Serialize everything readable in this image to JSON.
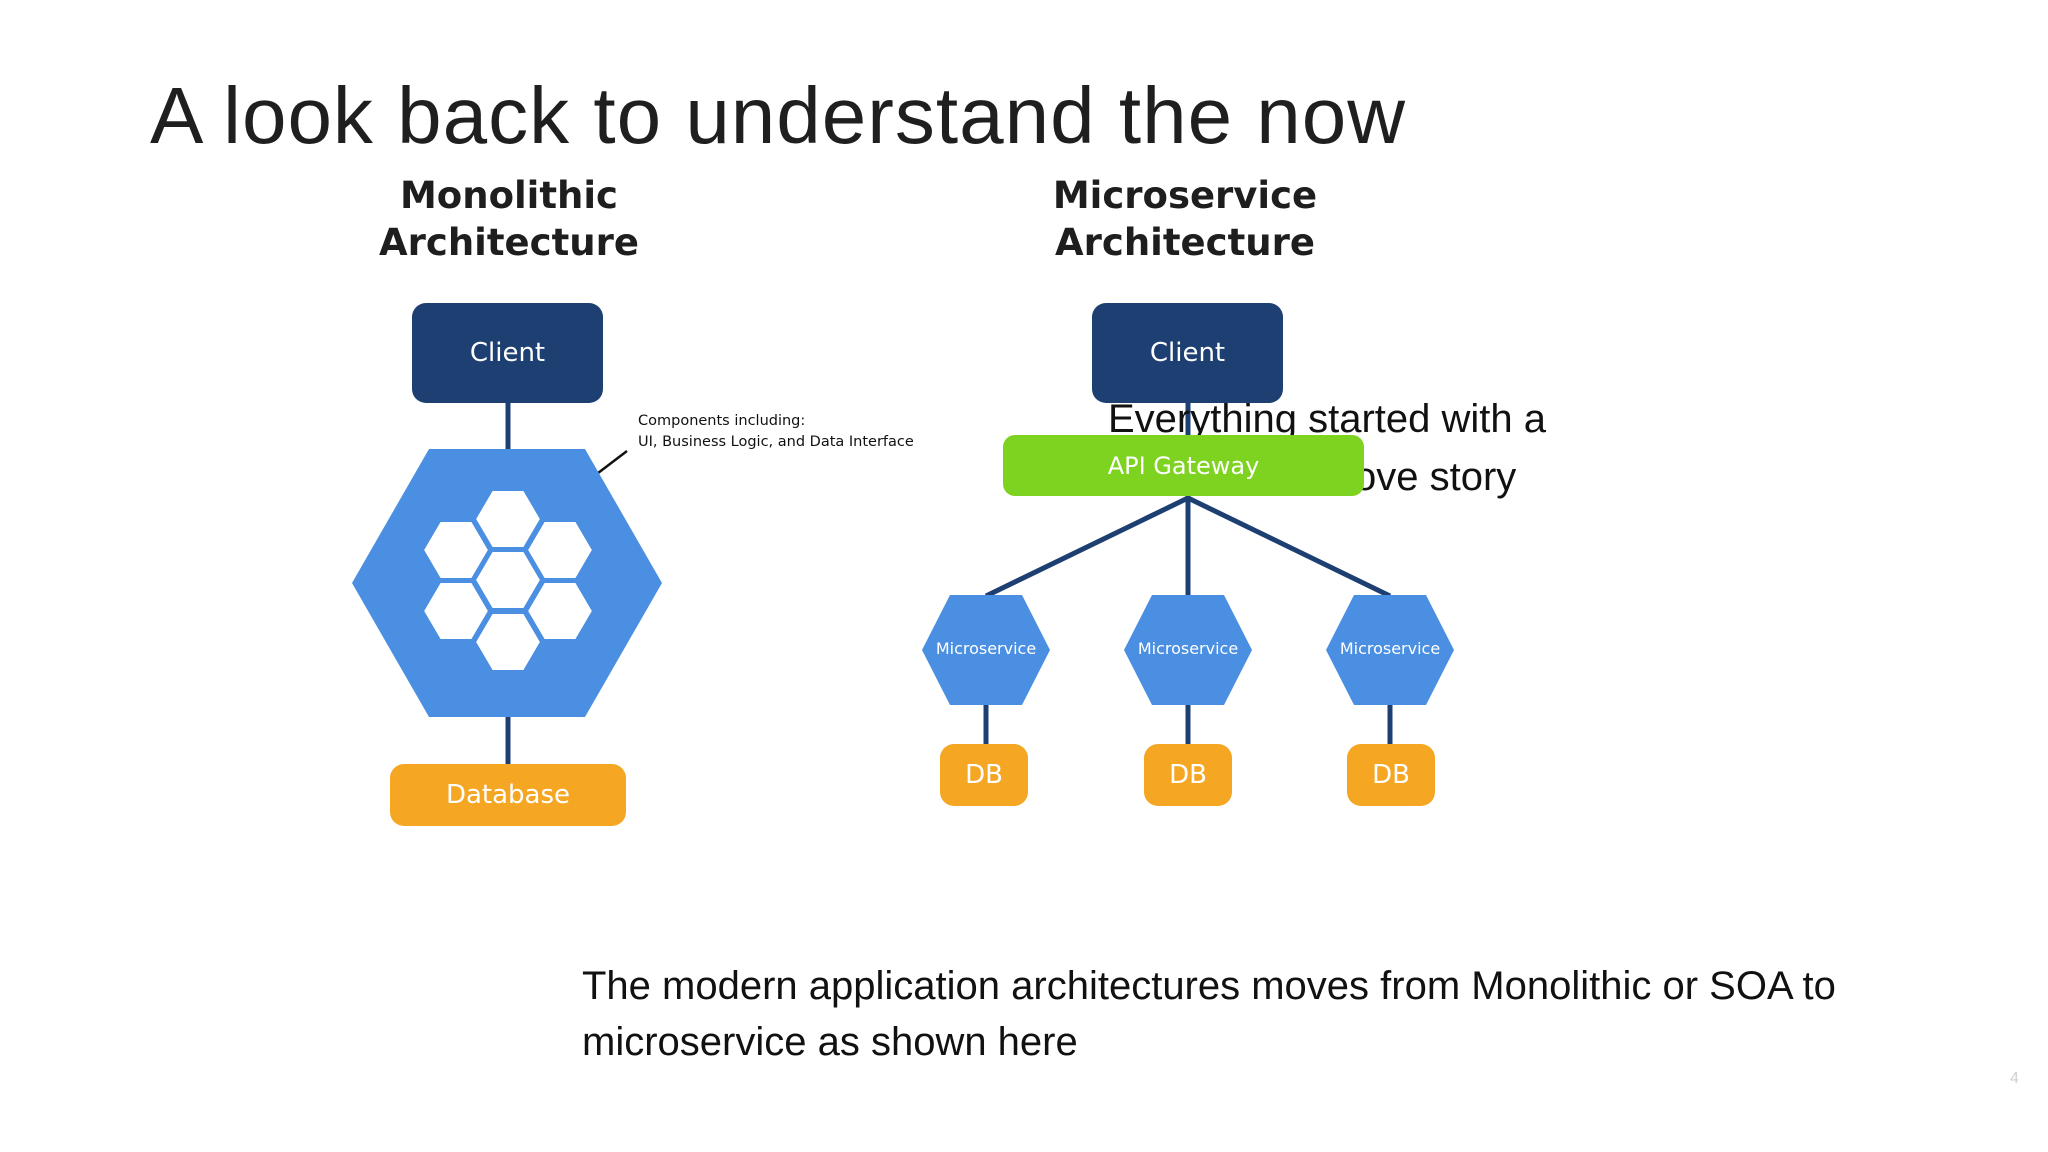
{
  "slide": {
    "title": "A look back to understand the now",
    "page_number": "4"
  },
  "monolithic": {
    "heading_line1": "Monolithic",
    "heading_line2": "Architecture",
    "client_label": "Client",
    "database_label": "Database",
    "annotation_line1": "Components including:",
    "annotation_line2": "UI, Business Logic, and Data Interface"
  },
  "microservice": {
    "heading_line1": "Microservice",
    "heading_line2": "Architecture",
    "client_label": "Client",
    "gateway_label": "API Gateway",
    "services": [
      {
        "label": "Microservice",
        "db_label": "DB"
      },
      {
        "label": "Microservice",
        "db_label": "DB"
      },
      {
        "label": "Microservice",
        "db_label": "DB"
      }
    ]
  },
  "overlay_text": {
    "line1": "Everything started with a",
    "line2": "ove story"
  },
  "caption": {
    "line1": "The modern application architectures moves from Monolithic or SOA to",
    "line2": "microservice as shown here"
  },
  "colors": {
    "client": "#1d3f72",
    "hexagon": "#4a8fe2",
    "database": "#f5a623",
    "gateway": "#7ed321"
  }
}
